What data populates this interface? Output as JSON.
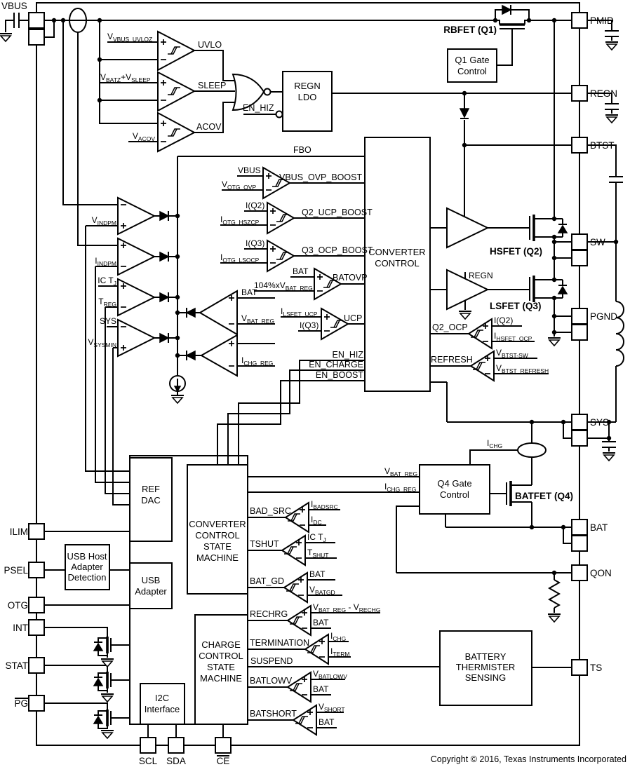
{
  "pins": {
    "vbus": "VBUS",
    "pmid": "PMID",
    "regn": "REGN",
    "btst": "BTST",
    "sw": "SW",
    "pgnd": "PGND",
    "sys": "SYS",
    "bat": "BAT",
    "qon": "QON",
    "ts": "TS",
    "ilim": "ILIM",
    "psel": "PSEL",
    "otg": "OTG",
    "int": "INT",
    "stat": "STAT",
    "pg": "PG",
    "scl": "SCL",
    "sda": "SDA",
    "ce": "CE"
  },
  "blocks": {
    "regn_ldo": [
      "REGN",
      "LDO"
    ],
    "q1_gate": [
      "Q1 Gate",
      "Control"
    ],
    "conv_ctrl": [
      "CONVERTER",
      "CONTROL"
    ],
    "ccsm": [
      "CONVERTER",
      "CONTROL",
      "STATE",
      "MACHINE"
    ],
    "chsm": [
      "CHARGE",
      "CONTROL",
      "STATE",
      "MACHINE"
    ],
    "ref_dac": [
      "REF",
      "DAC"
    ],
    "usb_host": [
      "USB Host",
      "Adapter",
      "Detection"
    ],
    "usb_adapter": [
      "USB",
      "Adapter"
    ],
    "i2c": [
      "I2C",
      "Interface"
    ],
    "q4_gate": [
      "Q4 Gate",
      "Control"
    ],
    "therm": [
      "BATTERY",
      "THERMISTER",
      "SENSING"
    ]
  },
  "fets": {
    "q1": "RBFET (Q1)",
    "q2": "HSFET (Q2)",
    "q3": "LSFET (Q3)",
    "q4": "BATFET (Q4)"
  },
  "cmp": {
    "uvlo": {
      "out": "UVLO",
      "p": "V_{VBUS_UVLOZ}"
    },
    "sleep": {
      "out": "SLEEP",
      "p": "V_{BATZ}+V_{SLEEP}"
    },
    "acov": {
      "out": "ACOV",
      "m": "V_{ACOV}"
    },
    "vbus_ovp": {
      "out": "VBUS_OVP_BOOST",
      "p": "VBUS",
      "m": "V_{OTG_OVP}"
    },
    "q2_ucp": {
      "out": "Q2_UCP_BOOST",
      "p": "I(Q2)",
      "m": "I_{OTG_HSZCP}"
    },
    "q3_ocp": {
      "out": "Q3_OCP_BOOST",
      "p": "I(Q3)",
      "m": "I_{OTG_LSOCP}"
    },
    "batovp": {
      "out": "BATOVP",
      "p": "BAT",
      "m": "104%xV_{BAT_REG}"
    },
    "ucp": {
      "out": "UCP",
      "p": "I_{LSFET_UCP}",
      "m": "I(Q3)"
    },
    "q2_ocp": {
      "out": "Q2_OCP",
      "p": "I(Q2)",
      "m": "I_{HSFET_OCP}"
    },
    "refresh": {
      "out": "REFRESH",
      "p": "V_{BTST-SW}",
      "m": "V_{BTST_REFRESH}"
    },
    "bad_src": {
      "out": "BAD_SRC",
      "p": "I_{BADSRC}",
      "m": "I_{DC}"
    },
    "tshut": {
      "out": "TSHUT",
      "p": "IC T_{J}",
      "m": "T_{SHUT}"
    },
    "bat_gd": {
      "out": "BAT_GD",
      "p": "BAT",
      "m": "V_{BATGD}"
    },
    "rechrg": {
      "out": "RECHRG",
      "p": "V_{BAT_REG} - V_{RECHG}",
      "m": "BAT"
    },
    "term": {
      "out": "TERMINATION",
      "p": "I_{CHG}",
      "m": "I_{TERM}"
    },
    "batlowv": {
      "out": "BATLOWV",
      "p": "V_{BATLOWV}",
      "m": "BAT"
    },
    "batshort": {
      "out": "BATSHORT",
      "p": "V_{SHORT}",
      "m": "BAT"
    }
  },
  "amps": {
    "vindpm": "V_{INDPM}",
    "iindpm": "I_{INDPM}",
    "ictj": "IC T_{J}",
    "treg": "T_{REG}",
    "sys": "SYS",
    "vsysmin": "V_{SYSMIN}",
    "bat": "BAT",
    "vbat_reg": "V_{BAT_REG}",
    "ichg_reg": "I_{CHG_REG}"
  },
  "signals": {
    "en_hiz": "EN_HIZ",
    "en_charge": "EN_CHARGE",
    "en_boost": "EN_BOOST",
    "fbo": "FBO",
    "suspend": "SUSPEND",
    "regn": "REGN",
    "vbat_reg": "V_{BAT_REG}",
    "ichg_reg": "I_{CHG_REG}",
    "ichg": "I_{CHG}"
  },
  "footer": {
    "copyright": "Copyright © 2016, Texas Instruments Incorporated"
  }
}
